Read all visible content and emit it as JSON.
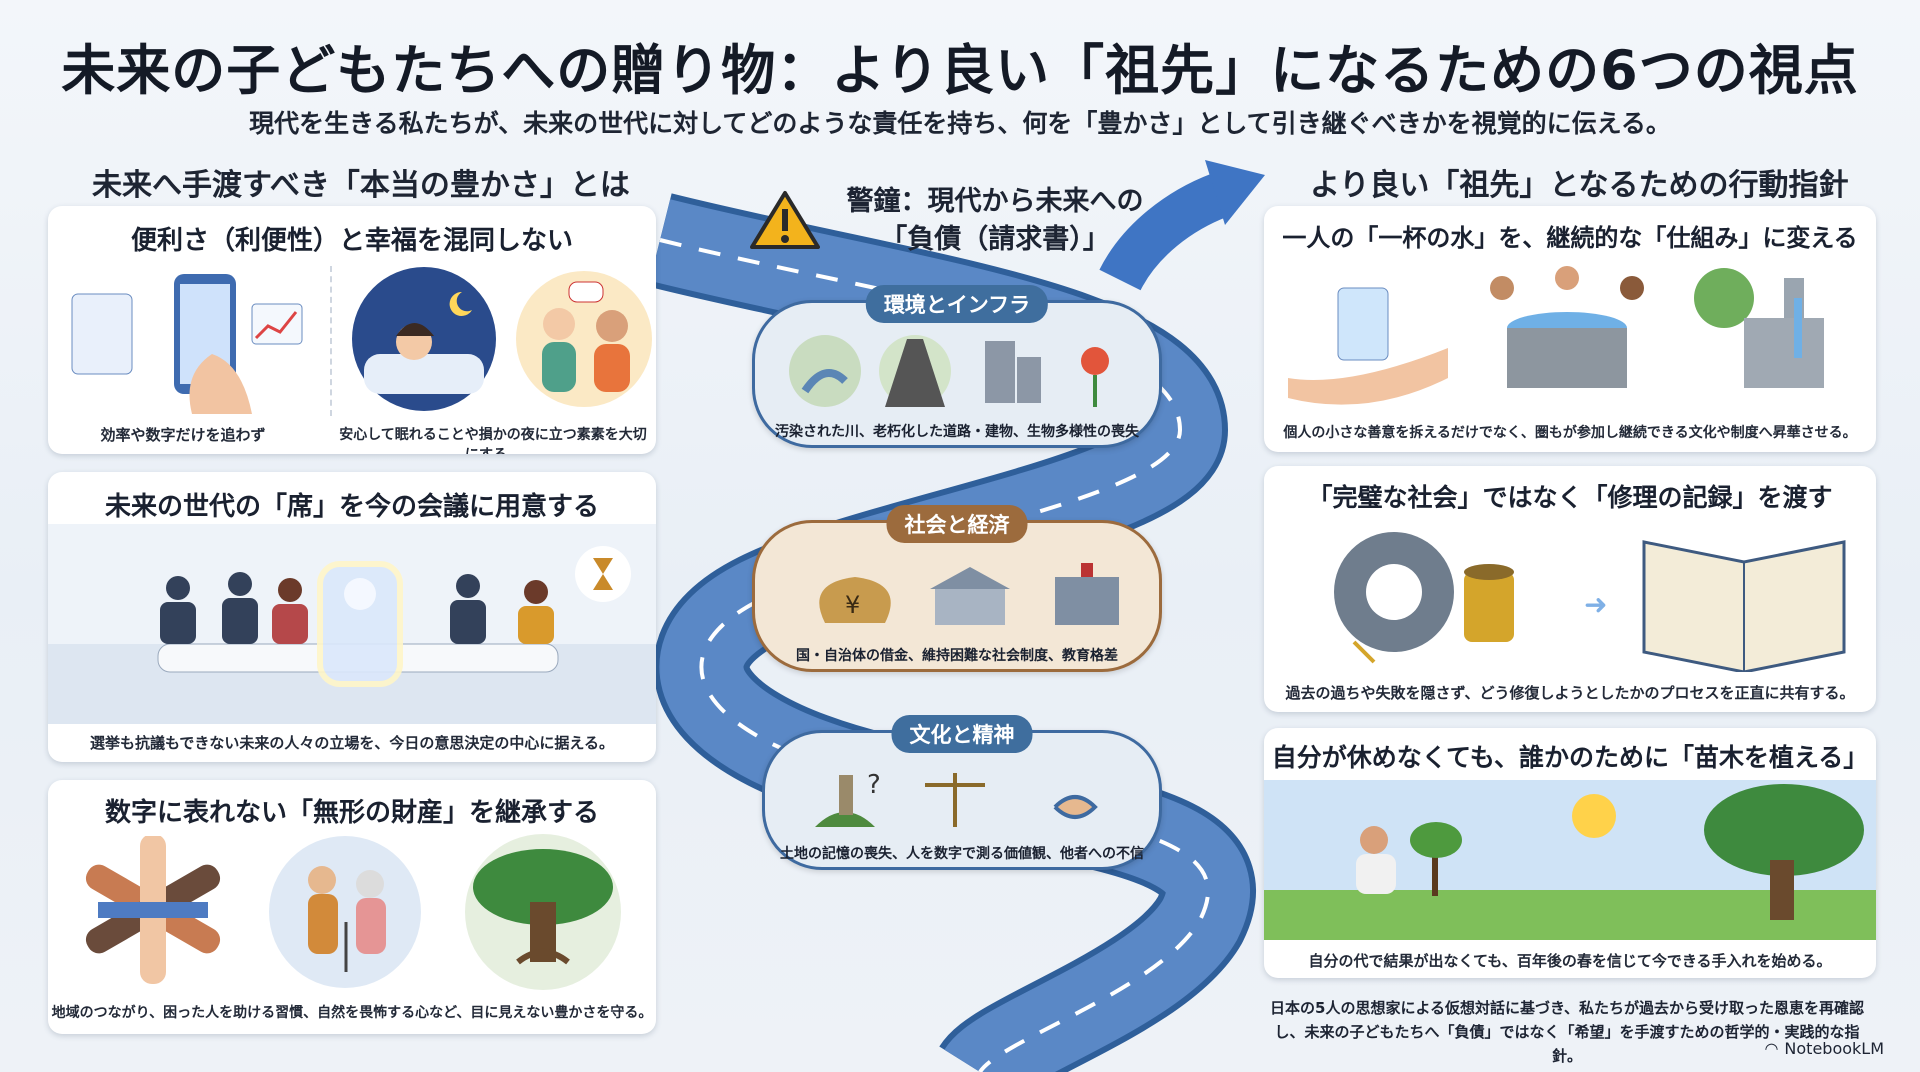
{
  "header": {
    "title": "未来の子どもたちへの贈り物：より良い「祖先」になるための6つの視点",
    "subtitle": "現代を生きる私たちが、未来の世代に対してどのような責任を持ち、何を「豊かさ」として引き継ぐべきかを視覚的に伝える。"
  },
  "left": {
    "heading": "未来へ手渡すべき「本当の豊かさ」とは",
    "cards": [
      {
        "title": "便利さ（利便性）と幸福を混同しない",
        "caption_left": "効率や数字だけを追わず",
        "caption_right": "安心して眠れることや損かの夜に立つ素素を大切にする。"
      },
      {
        "title": "未来の世代の「席」を今の会議に用意する",
        "caption": "選挙も抗議もできない未来の人々の立場を、今日の意思決定の中心に据える。"
      },
      {
        "title": "数字に表れない「無形の財産」を継承する",
        "caption": "地域のつながり、困った人を助ける習慣、自然を畏怖する心など、目に見えない豊かさを守る。"
      }
    ]
  },
  "center": {
    "warning": "警鐘：現代から未来への「負債（請求書）」",
    "pills": [
      {
        "tag": "環境とインフラ",
        "caption": "汚染された川、老朽化した道路・建物、生物多様性の喪失",
        "color": "#3f6e9e",
        "bg": "#e8eef4"
      },
      {
        "tag": "社会と経済",
        "caption": "国・自治体の借金、維持困難な社会制度、教育格差",
        "color": "#9c6b3d",
        "bg": "#f6ece0"
      },
      {
        "tag": "文化と精神",
        "caption": "土地の記憶の喪失、人を数字で測る価値観、他者への不信",
        "color": "#3f6e9e",
        "bg": "#e8eef4"
      }
    ]
  },
  "right": {
    "heading": "より良い「祖先」となるための行動指針",
    "cards": [
      {
        "title": "一人の「一杯の水」を、継続的な「仕組み」に変える",
        "caption": "個人の小さな善意を拆えるだけでなく、圏もが参加し継続できる文化や制度へ昇華させる。"
      },
      {
        "title": "「完璧な社会」ではなく「修理の記録」を渡す",
        "caption": "過去の過ちや失敗を隠さず、どう修復しようとしたかのプロセスを正直に共有する。"
      },
      {
        "title": "自分が休めなくても、誰かのために「苗木を植える」",
        "caption": "自分の代で結果が出なくても、百年後の春を信じて今できる手入れを始める。"
      }
    ],
    "footer": "日本の5人の思想家による仮想対話に基づき、私たちが過去から受け取った恩恵を再確認し、未来の子どもたちへ「負債」ではなく「希望」を手渡すための哲学的・実践的な指針。"
  },
  "brand": "NotebookLM",
  "colors": {
    "road": "#4a78b5",
    "arrow": "#3f75c4",
    "warn": "#f3b31c"
  }
}
